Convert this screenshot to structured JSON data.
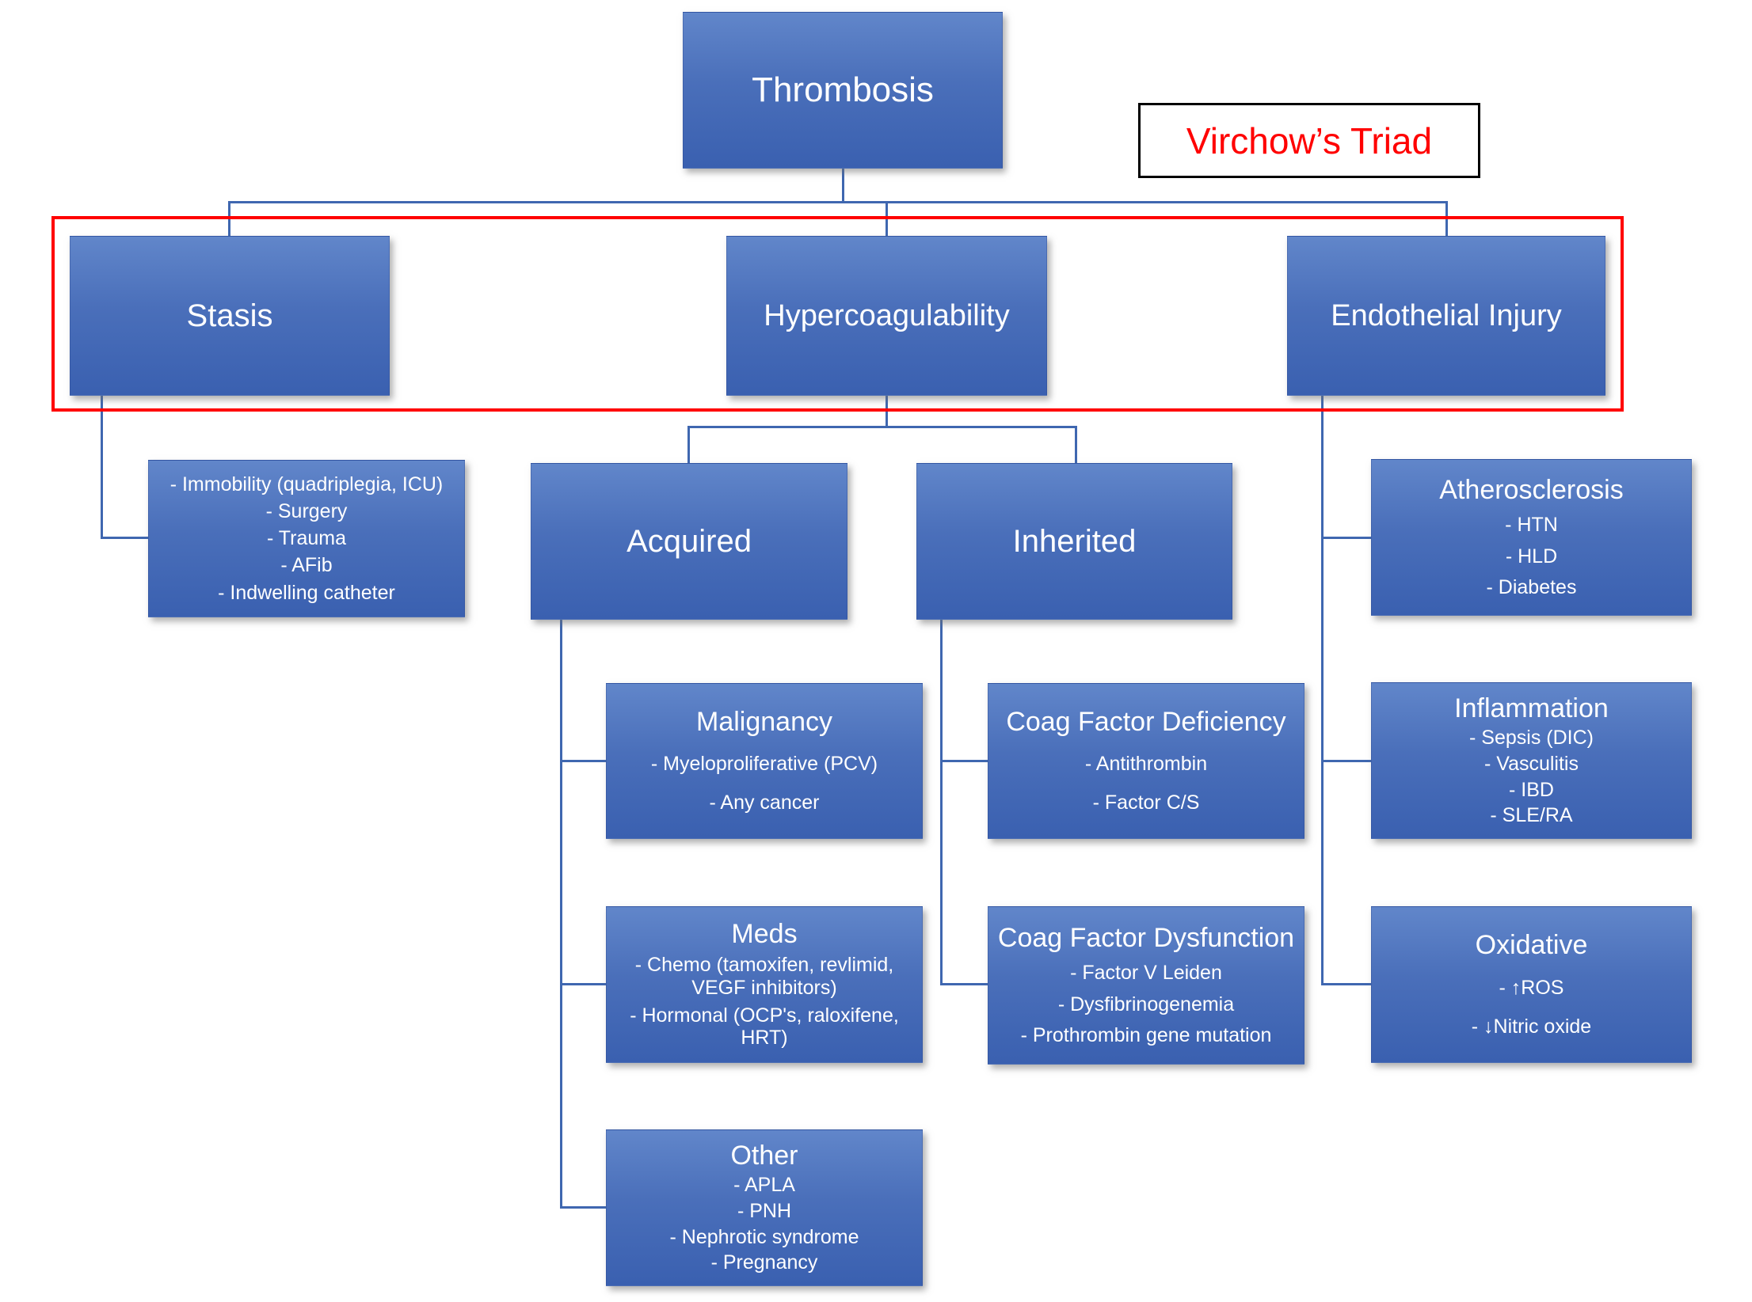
{
  "diagram_title": "Thrombosis",
  "annotation": {
    "label": "Virchow’s Triad",
    "text_color": "#ff0000"
  },
  "colors": {
    "box_gradient_top": "#6186ca",
    "box_gradient_bottom": "#3a60b0",
    "box_text": "#ffffff",
    "connector": "#3f67b0",
    "triad_outline": "#ff0000",
    "annotation_border": "#000000",
    "background": "#ffffff"
  },
  "nodes": {
    "thrombosis": {
      "label": "Thrombosis"
    },
    "stasis": {
      "label": "Stasis"
    },
    "hypercoagulability": {
      "label": "Hypercoagulability"
    },
    "endothelial_injury": {
      "label": "Endothelial Injury"
    },
    "stasis_causes": {
      "items": [
        "- Immobility (quadriplegia, ICU)",
        "- Surgery",
        "- Trauma",
        "- AFib",
        "- Indwelling catheter"
      ]
    },
    "acquired": {
      "label": "Acquired"
    },
    "inherited": {
      "label": "Inherited"
    },
    "malignancy": {
      "title": "Malignancy",
      "items": [
        "- Myeloproliferative (PCV)",
        "- Any cancer"
      ]
    },
    "meds": {
      "title": "Meds",
      "items": [
        "- Chemo (tamoxifen, revlimid, VEGF inhibitors)",
        "- Hormonal (OCP's, raloxifene, HRT)"
      ]
    },
    "other": {
      "title": "Other",
      "items": [
        "- APLA",
        "- PNH",
        "- Nephrotic syndrome",
        "- Pregnancy"
      ]
    },
    "coag_factor_deficiency": {
      "title": "Coag Factor Deficiency",
      "items": [
        "- Antithrombin",
        "- Factor C/S"
      ]
    },
    "coag_factor_dysfunction": {
      "title": "Coag Factor Dysfunction",
      "items": [
        "- Factor V Leiden",
        "- Dysfibrinogenemia",
        "- Prothrombin gene mutation"
      ]
    },
    "atherosclerosis": {
      "title": "Atherosclerosis",
      "items": [
        "- HTN",
        "- HLD",
        "- Diabetes"
      ]
    },
    "inflammation": {
      "title": "Inflammation",
      "items": [
        "- Sepsis (DIC)",
        "- Vasculitis",
        "- IBD",
        "- SLE/RA"
      ]
    },
    "oxidative": {
      "title": "Oxidative",
      "items": [
        "- ↑ROS",
        "- ↓Nitric oxide"
      ]
    }
  }
}
